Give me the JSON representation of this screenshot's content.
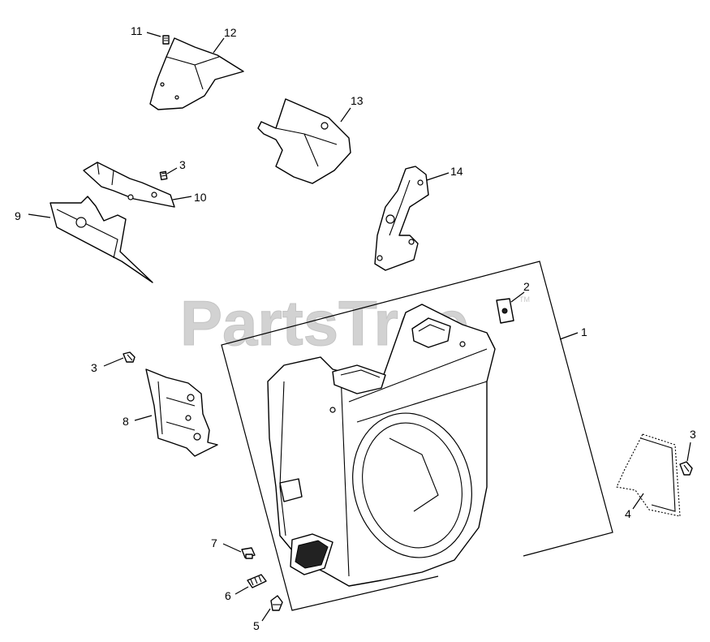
{
  "watermark": {
    "text": "PartsTree",
    "trademark": "TM"
  },
  "callouts": {
    "c1": "1",
    "c2": "2",
    "c3a": "3",
    "c3b": "3",
    "c3c": "3",
    "c4": "4",
    "c5": "5",
    "c6": "6",
    "c7": "7",
    "c8": "8",
    "c9": "9",
    "c10": "10",
    "c11": "11",
    "c12": "12",
    "c13": "13",
    "c14": "14"
  }
}
